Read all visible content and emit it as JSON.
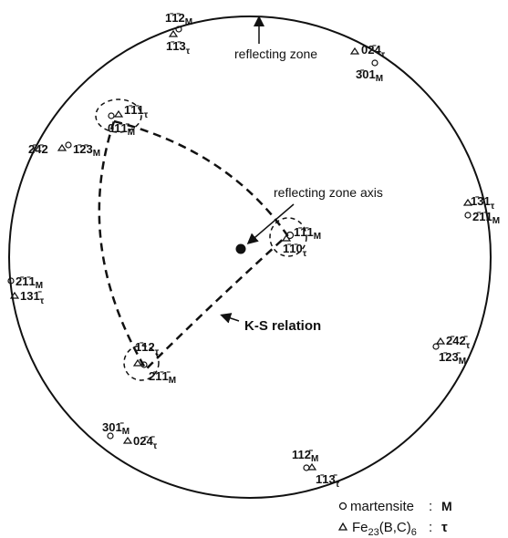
{
  "annotations": {
    "reflecting_zone": "reflecting zone",
    "reflecting_zone_axis": "reflecting zone axis",
    "ks_relation": "K-S relation"
  },
  "poles": {
    "m_top": "1̄1̄2",
    "t_top": "1̄1̄3",
    "t_topright": "02̄4",
    "m_topright": "3̄01",
    "m_upleft": "01̄1̄",
    "t_upleft": "1̄1̄1",
    "t_left1": "2̄4̄2",
    "m_left1": "1̄2̄3",
    "m_center": "1̄1̄1",
    "t_center": "1̄1̄0",
    "t_right1": "1̄31",
    "m_right1": "2̄1̄1",
    "m_left2": "2̄1̄1",
    "t_left2": "131̄",
    "t_lowleft": "1̄12",
    "m_lowleft": "2̄1̄1̄",
    "t_right2": "2̄42̄",
    "m_right2": "1̄23̄",
    "m_bottomleft": "301̄",
    "t_bottomleft": "02̄4̄",
    "m_bottom": "112̄",
    "t_bottom": "1̄13̄"
  },
  "subscripts": {
    "martensite": "M",
    "tau": "τ"
  },
  "legend": {
    "martensite_label": "martensite",
    "martensite_symbol": "M",
    "carbide_prefix": "Fe",
    "carbide_sub1": "23",
    "carbide_mid": "(B,C)",
    "carbide_sub2": "6",
    "carbide_symbol": "τ",
    "sep": ":"
  }
}
